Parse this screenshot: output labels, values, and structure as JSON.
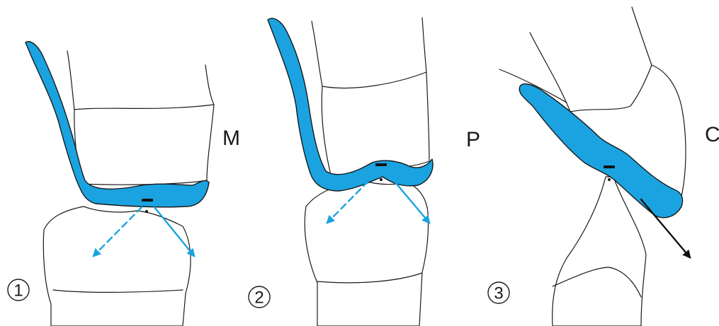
{
  "panels": [
    {
      "number": "1",
      "label": "M"
    },
    {
      "number": "2",
      "label": "P"
    },
    {
      "number": "3",
      "label": "C"
    }
  ],
  "colors": {
    "shell": "#1aa3e0",
    "arrow_blue": "#1aa3e0",
    "arrow_black": "#111111",
    "line": "#1a1a1a"
  }
}
